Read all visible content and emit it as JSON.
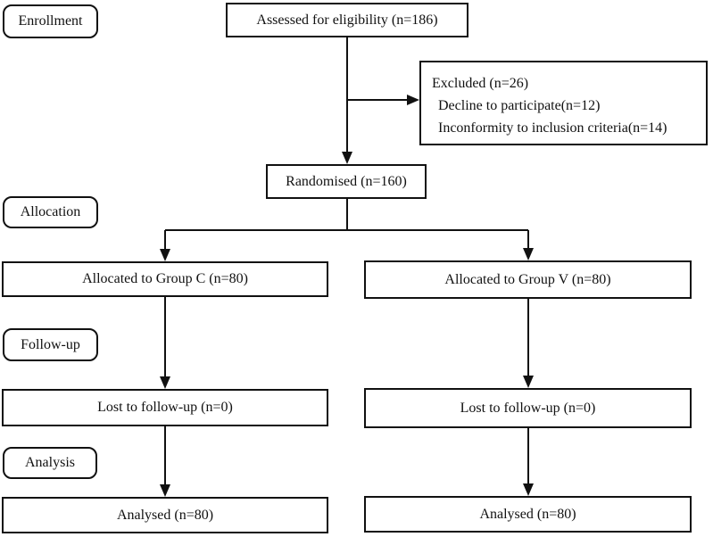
{
  "diagram": {
    "title_hint": "CONSORT participant flow diagram",
    "colors": {
      "line": "#111111",
      "box_background": "#ffffff",
      "text": "#111111"
    },
    "stage_labels": [
      {
        "label": "Enrollment"
      },
      {
        "label": "Allocation"
      },
      {
        "label": "Follow-up"
      },
      {
        "label": "Analysis"
      }
    ],
    "nodes": {
      "assessed": "Assessed for eligibility (n=186)",
      "excluded_title": "Excluded (n=26)",
      "excluded_reason_1": "Decline to participate(n=12)",
      "excluded_reason_2": "Inconformity to inclusion criteria(n=14)",
      "randomised": "Randomised (n=160)",
      "allocated_group_c": "Allocated to Group C (n=80)",
      "allocated_group_v": "Allocated to Group V (n=80)",
      "lost_group_c": "Lost to follow-up (n=0)",
      "lost_group_v": "Lost to follow-up (n=0)",
      "analysed_group_c": "Analysed (n=80)",
      "analysed_group_v": "Analysed (n=80)"
    }
  }
}
